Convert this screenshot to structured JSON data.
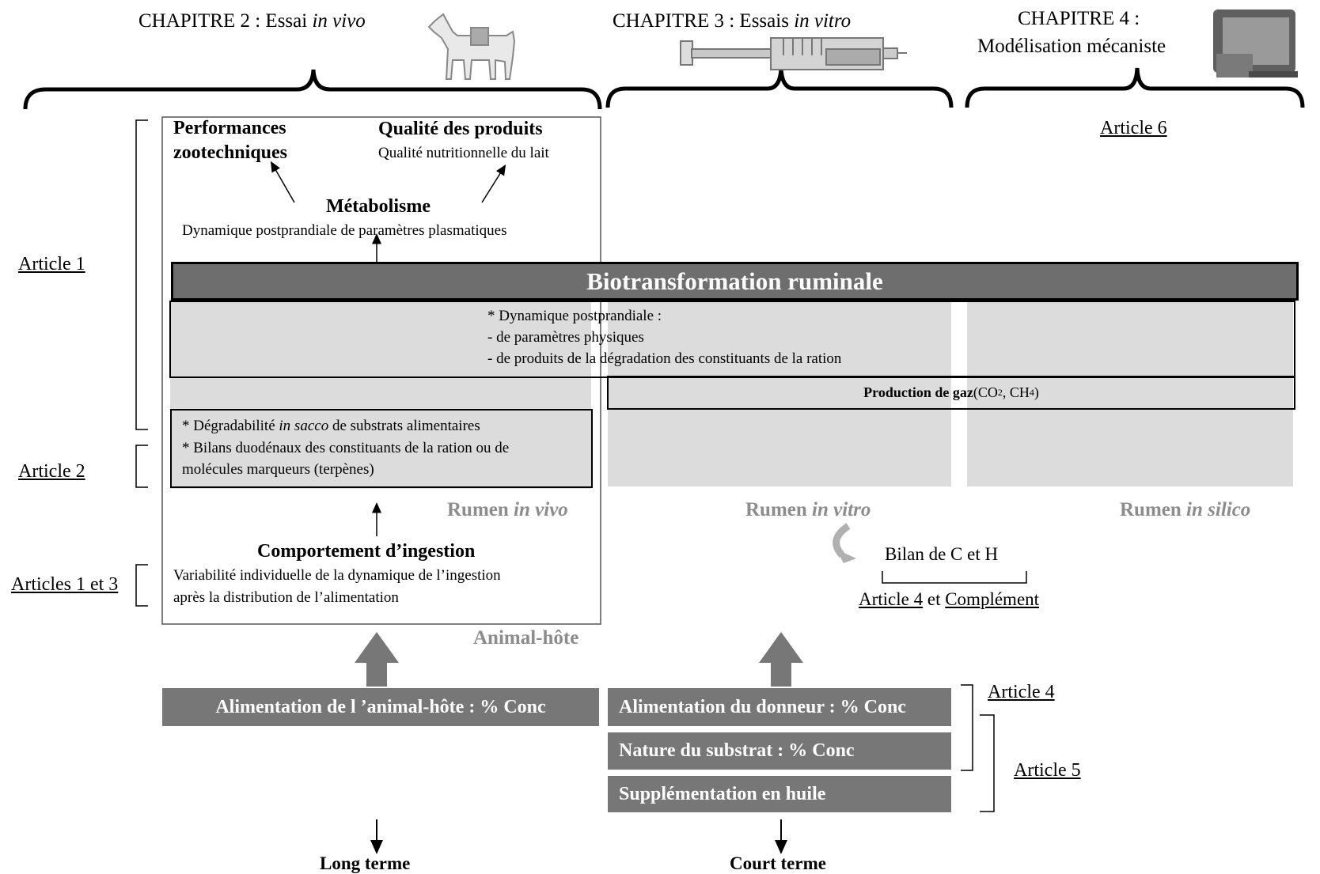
{
  "chapters": {
    "ch2": {
      "prefix": "CHAPITRE 2 : Essai ",
      "italic": "in vivo"
    },
    "ch3": {
      "prefix": "CHAPITRE 3 : Essais ",
      "italic": "in vitro"
    },
    "ch4": {
      "line1": "CHAPITRE 4 :",
      "line2": "Modélisation mécaniste"
    }
  },
  "articles": {
    "a1": "Article 1",
    "a2": "Article 2",
    "a13": "Articles 1 et 3",
    "a4": "Article 4",
    "a4b": "Article 4",
    "a5": "Article 5",
    "a6": "Article 6",
    "complement": "Complément",
    "et": " et "
  },
  "top_box": {
    "perf1": "Performances",
    "perf2": "zootechniques",
    "qual_title": "Qualité des produits",
    "qual_sub": "Qualité nutritionnelle du lait",
    "metab_title": "Métabolisme",
    "metab_sub": "Dynamique postprandiale de paramètres plasmatiques"
  },
  "biotrans": {
    "title": "Biotransformation ruminale",
    "line1": "* Dynamique postprandiale :",
    "line2": "- de paramètres physiques",
    "line3": "- de produits de la dégradation des constituants de la ration"
  },
  "gas": {
    "bold": "Production de gaz",
    "rest": " (CO",
    "sub1": "2",
    "mid": ", CH",
    "sub2": "4",
    "end": ")"
  },
  "sacco": {
    "l1a": "* Dégradabilité ",
    "l1i": "in sacco",
    "l1b": " de substrats alimentaires",
    "l2": "* Bilans duodénaux des constituants de la ration ou de",
    "l3": "molécules marqueurs (terpènes)"
  },
  "rumens": {
    "vivo_a": "Rumen ",
    "vivo_i": "in vivo",
    "vitro_a": "Rumen ",
    "vitro_i": "in vitro",
    "silico_a": "Rumen ",
    "silico_i": "in silico"
  },
  "ingestion": {
    "title": "Comportement d’ingestion",
    "l1": "Variabilité individuelle de la dynamique de l’ingestion",
    "l2": "après la distribution de l’alimentation"
  },
  "bilan": "Bilan de C et H",
  "animal_hote": "Animal-hôte",
  "bars": {
    "host": "Alimentation de l ’animal-hôte : % Conc",
    "donor": "Alimentation du donneur : % Conc",
    "substrate": "Nature du substrat : % Conc",
    "oil": "Supplémentation en huile"
  },
  "terms": {
    "long": "Long terme",
    "short": "Court terme"
  },
  "colors": {
    "dark_bar": "#777777",
    "panel": "#dcdcdc",
    "rumen_text": "#8c8c8c",
    "biotrans_bar": "#6e6e6e"
  }
}
